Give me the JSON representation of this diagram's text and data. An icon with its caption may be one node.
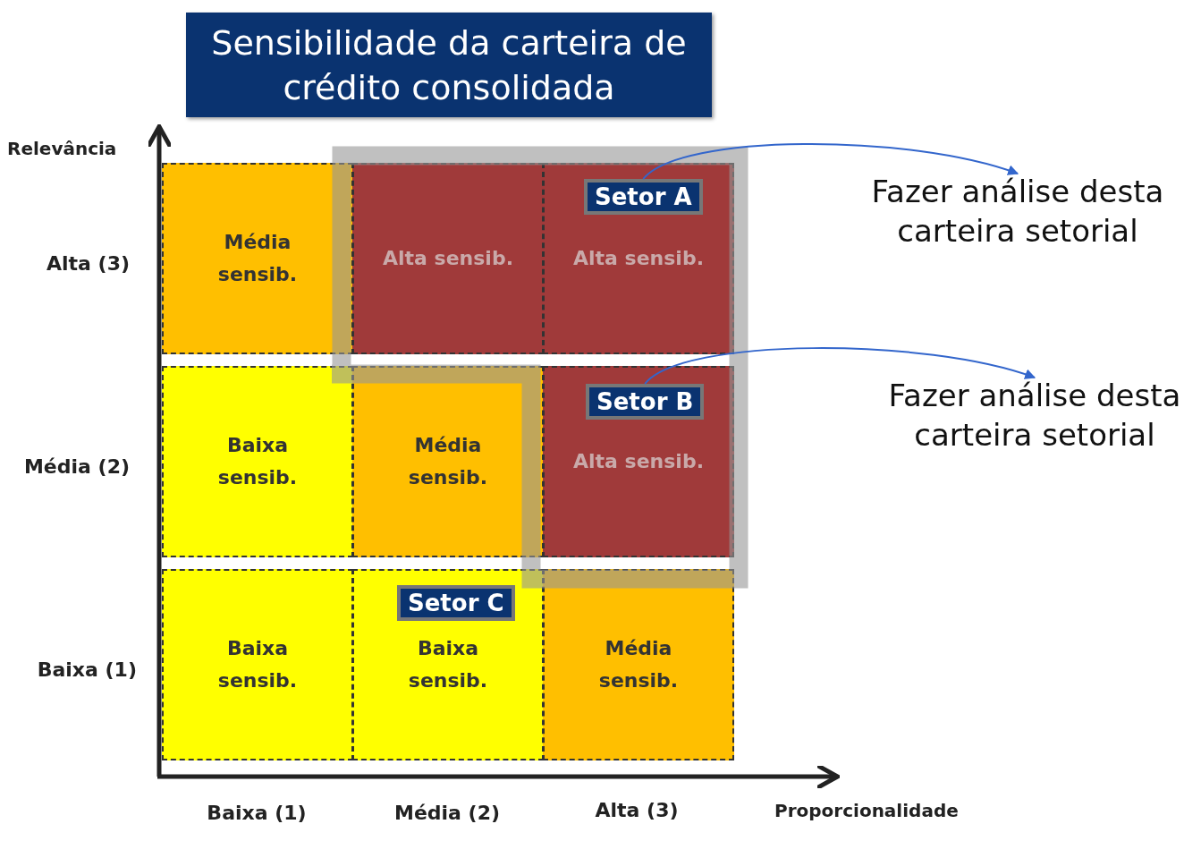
{
  "diagram": {
    "title": "Sensibilidade da carteira de crédito consolidada",
    "nodes": [
      {
        "text": [
          "Média sensib."
        ]
      },
      {
        "text": [
          "Alta sensib."
        ]
      },
      {
        "text": [
          "Alta sensib."
        ]
      },
      {
        "text": [
          "Setor A"
        ],
        "in": 2
      },
      {
        "text": [
          "Baixa sensib."
        ]
      },
      {
        "text": [
          "Média sensib."
        ]
      },
      {
        "text": [
          "Alta sensib."
        ]
      },
      {
        "text": [
          "Setor B"
        ],
        "in": 6
      },
      {
        "text": [
          "Baixa sensib."
        ]
      },
      {
        "text": [
          "Baixa sensib."
        ]
      },
      {
        "text": [
          "Setor C"
        ],
        "in": 9
      },
      {
        "text": [
          "Média sensib."
        ]
      },
      {
        "text": [
          "Fazer análise desta carteira setorial"
        ]
      },
      {
        "text": [
          "Fazer análise desta carteira setorial"
        ]
      }
    ],
    "edges": [
      {
        "from": 3,
        "to": 12,
        "arrow": "to"
      },
      {
        "from": 7,
        "to": 13,
        "arrow": "to"
      }
    ],
    "labels": [
      "Relevância",
      "Alta (3)",
      "Média (2)",
      "Baixa (1)",
      "Baixa (1)",
      "Média (2)",
      "Alta (3)",
      "Proporcionalidade"
    ]
  }
}
